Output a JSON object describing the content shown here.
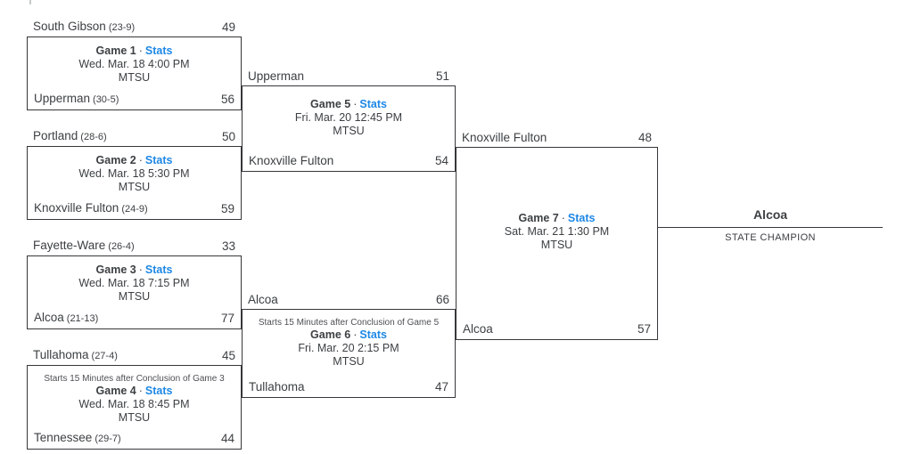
{
  "labels": {
    "separator": "·"
  },
  "colors": {
    "line": "#36373a",
    "text": "#3c4043",
    "link": "#1e88e5",
    "note": "#4c4f53"
  },
  "games": [
    {
      "title": "Game 1",
      "stats": "Stats",
      "when": "Wed. Mar. 18 4:00 PM",
      "venue": "MTSU",
      "top": {
        "name": "South Gibson",
        "record": "(23-9)",
        "score": "49"
      },
      "bottom": {
        "name": "Upperman",
        "record": "(30-5)",
        "score": "56"
      }
    },
    {
      "title": "Game 2",
      "stats": "Stats",
      "when": "Wed. Mar. 18 5:30 PM",
      "venue": "MTSU",
      "top": {
        "name": "Portland",
        "record": "(28-6)",
        "score": "50"
      },
      "bottom": {
        "name": "Knoxville Fulton",
        "record": "(24-9)",
        "score": "59"
      }
    },
    {
      "title": "Game 3",
      "stats": "Stats",
      "when": "Wed. Mar. 18 7:15 PM",
      "venue": "MTSU",
      "top": {
        "name": "Fayette-Ware",
        "record": "(26-4)",
        "score": "33"
      },
      "bottom": {
        "name": "Alcoa",
        "record": "(21-13)",
        "score": "77"
      }
    },
    {
      "title": "Game 4",
      "stats": "Stats",
      "when": "Wed. Mar. 18 8:45 PM",
      "venue": "MTSU",
      "note": "Starts 15 Minutes after Conclusion of Game 3",
      "top": {
        "name": "Tullahoma",
        "record": "(27-4)",
        "score": "45"
      },
      "bottom": {
        "name": "Tennessee",
        "record": "(29-7)",
        "score": "44"
      }
    },
    {
      "title": "Game 5",
      "stats": "Stats",
      "when": "Fri. Mar. 20 12:45 PM",
      "venue": "MTSU",
      "top": {
        "name": "Upperman",
        "score": "51"
      },
      "bottom": {
        "name": "Knoxville Fulton",
        "score": "54"
      }
    },
    {
      "title": "Game 6",
      "stats": "Stats",
      "when": "Fri. Mar. 20 2:15 PM",
      "venue": "MTSU",
      "note": "Starts 15 Minutes after Conclusion of Game 5",
      "top": {
        "name": "Alcoa",
        "score": "66"
      },
      "bottom": {
        "name": "Tullahoma",
        "score": "47"
      }
    },
    {
      "title": "Game 7",
      "stats": "Stats",
      "when": "Sat. Mar. 21 1:30 PM",
      "venue": "MTSU",
      "top": {
        "name": "Knoxville Fulton",
        "score": "48"
      },
      "bottom": {
        "name": "Alcoa",
        "score": "57"
      }
    }
  ],
  "champion": {
    "name": "Alcoa",
    "title": "STATE CHAMPION"
  }
}
